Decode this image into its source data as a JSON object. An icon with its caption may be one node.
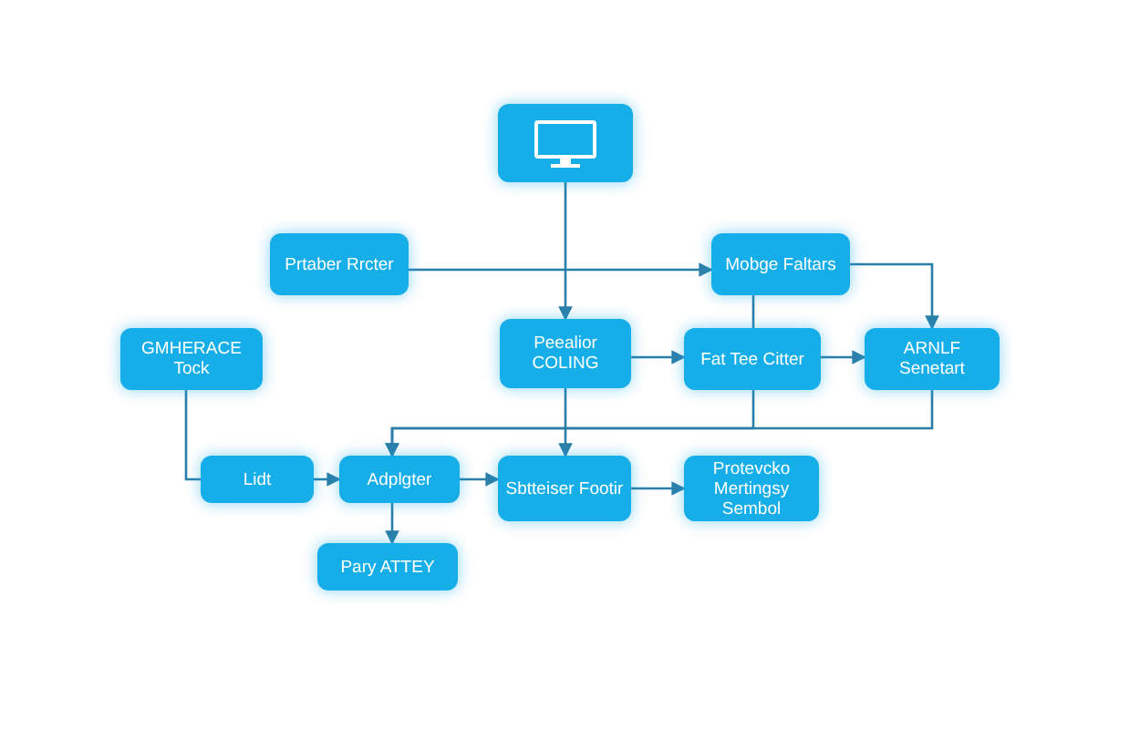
{
  "diagram": {
    "nodes": [
      {
        "text": [],
        "shape": "box"
      },
      {
        "text": [
          "Prtaber Rrcter"
        ]
      },
      {
        "text": [
          "Mobge Faltars"
        ]
      },
      {
        "text": [
          "GMHERACE Tock"
        ]
      },
      {
        "text": [
          "Peealior COLING"
        ]
      },
      {
        "text": [
          "Fat Tee Citter"
        ]
      },
      {
        "text": [
          "ARNLF Senetart"
        ]
      },
      {
        "text": [
          "Lidt"
        ]
      },
      {
        "text": [
          "Adplgter"
        ]
      },
      {
        "text": [
          "Sbtteiser Footir"
        ]
      },
      {
        "text": [
          "Protevcko Mertingsy Sembol"
        ]
      },
      {
        "text": [
          "Pary ATTEY"
        ]
      }
    ],
    "edges": [
      {
        "from": 0,
        "to": 4,
        "arrow": "to"
      },
      {
        "from": 1,
        "to": 2,
        "arrow": "to"
      },
      {
        "from": 2,
        "to": 6,
        "arrow": "to"
      },
      {
        "from": 2,
        "to": 5,
        "arrow": "none"
      },
      {
        "from": 4,
        "to": 5,
        "arrow": "to"
      },
      {
        "from": 5,
        "to": 6,
        "arrow": "to"
      },
      {
        "from": 3,
        "to": 7,
        "arrow": "none"
      },
      {
        "from": 7,
        "to": 8,
        "arrow": "to"
      },
      {
        "from": 8,
        "to": 9,
        "arrow": "to"
      },
      {
        "from": 8,
        "to": 11,
        "arrow": "to"
      },
      {
        "from": 4,
        "to": 9,
        "arrow": "to"
      },
      {
        "from": 9,
        "to": 10,
        "arrow": "to"
      },
      {
        "from": 5,
        "to": 8,
        "arrow": "to"
      },
      {
        "from": 6,
        "to": 8,
        "arrow": "to"
      }
    ]
  }
}
